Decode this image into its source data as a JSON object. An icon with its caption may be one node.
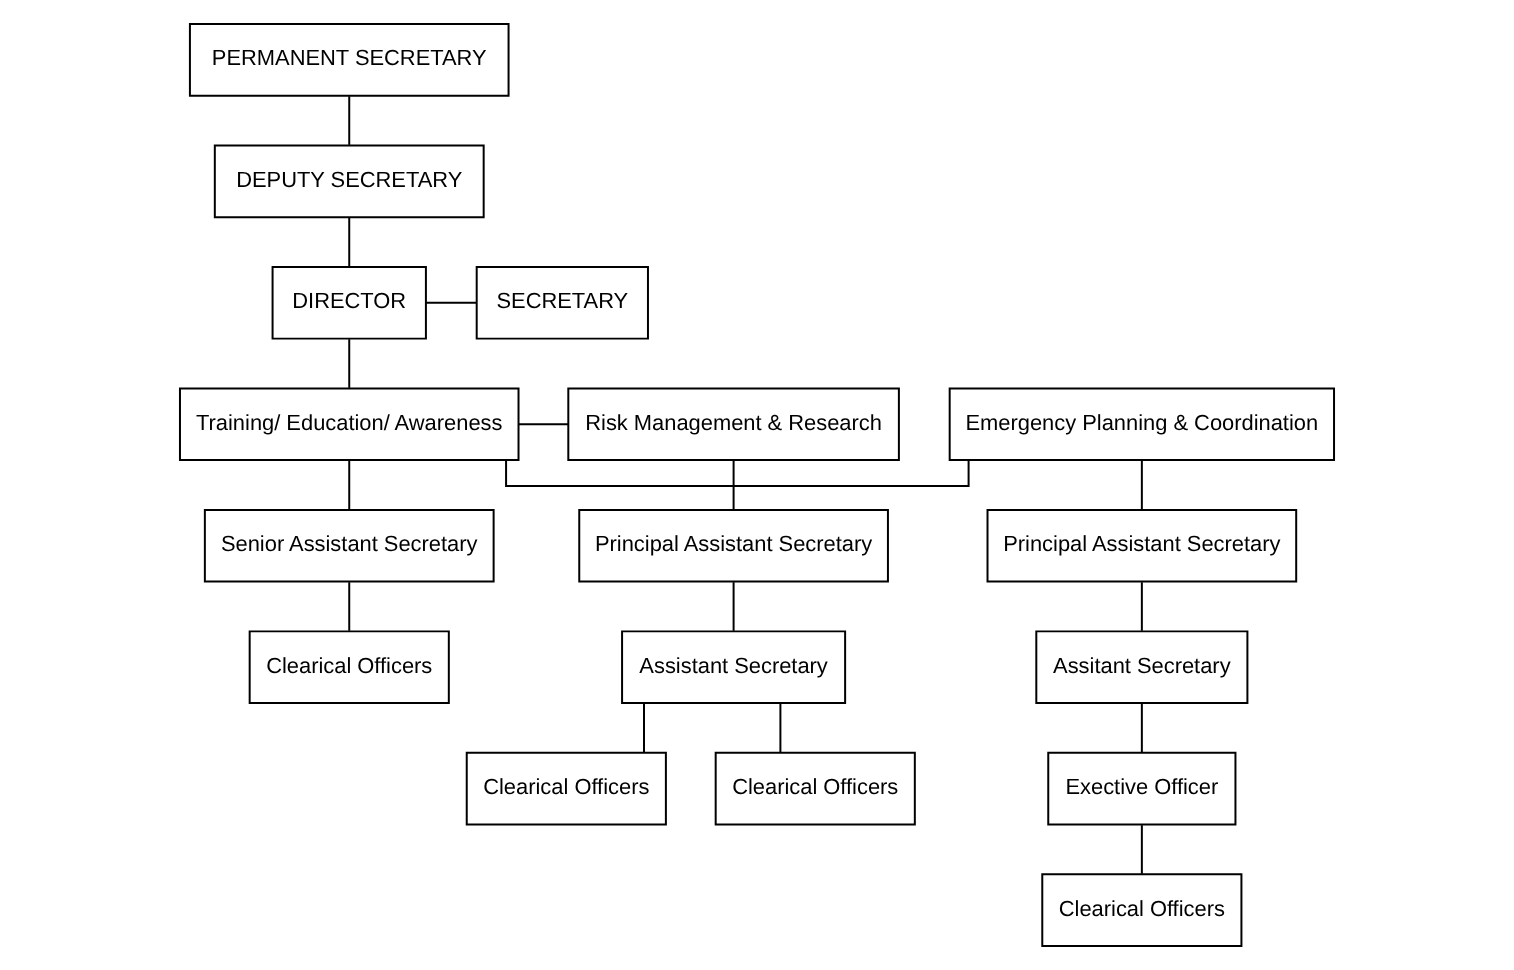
{
  "diagram": {
    "nodes": [
      {
        "text": [
          "PERMANENT SECRETARY"
        ]
      },
      {
        "text": [
          "DEPUTY SECRETARY"
        ]
      },
      {
        "text": [
          "DIRECTOR"
        ]
      },
      {
        "text": [
          "SECRETARY"
        ]
      },
      {
        "text": [
          "Emergency Planning & Coordination"
        ]
      },
      {
        "text": [
          "Training/ Education/ Awareness"
        ]
      },
      {
        "text": [
          "Risk Management & Research"
        ]
      },
      {
        "text": [
          "Principal Assistant Secretary"
        ]
      },
      {
        "text": [
          "Senior Assistant Secretary"
        ]
      },
      {
        "text": [
          "Principal Assistant Secretary"
        ]
      },
      {
        "text": [
          "Assitant Secretary"
        ]
      },
      {
        "text": [
          "Assistant Secretary"
        ]
      },
      {
        "text": [
          "Exective Officer"
        ]
      },
      {
        "text": [
          "Clearical Officers"
        ]
      },
      {
        "text": [
          "Clearical Officers"
        ]
      },
      {
        "text": [
          "Clearical Officers"
        ]
      },
      {
        "text": [
          "Clearical Officers"
        ]
      }
    ],
    "edges": [
      {
        "from": 0,
        "to": 1,
        "arrow": "none"
      },
      {
        "from": 1,
        "to": 2,
        "arrow": "none"
      },
      {
        "from": 2,
        "to": 3,
        "arrow": "none"
      },
      {
        "from": 2,
        "to": 5,
        "arrow": "none"
      },
      {
        "from": 5,
        "to": 4,
        "arrow": "none"
      },
      {
        "from": 5,
        "to": 6,
        "arrow": "none"
      },
      {
        "from": 4,
        "to": 7,
        "arrow": "none"
      },
      {
        "from": 7,
        "to": 10,
        "arrow": "none"
      },
      {
        "from": 10,
        "to": 12,
        "arrow": "none"
      },
      {
        "from": 12,
        "to": 13,
        "arrow": "none"
      },
      {
        "from": 5,
        "to": 8,
        "arrow": "none"
      },
      {
        "from": 8,
        "to": 14,
        "arrow": "none"
      },
      {
        "from": 6,
        "to": 9,
        "arrow": "none"
      },
      {
        "from": 9,
        "to": 11,
        "arrow": "none"
      },
      {
        "from": 11,
        "to": 15,
        "arrow": "none"
      },
      {
        "from": 11,
        "to": 16,
        "arrow": "none"
      }
    ]
  }
}
